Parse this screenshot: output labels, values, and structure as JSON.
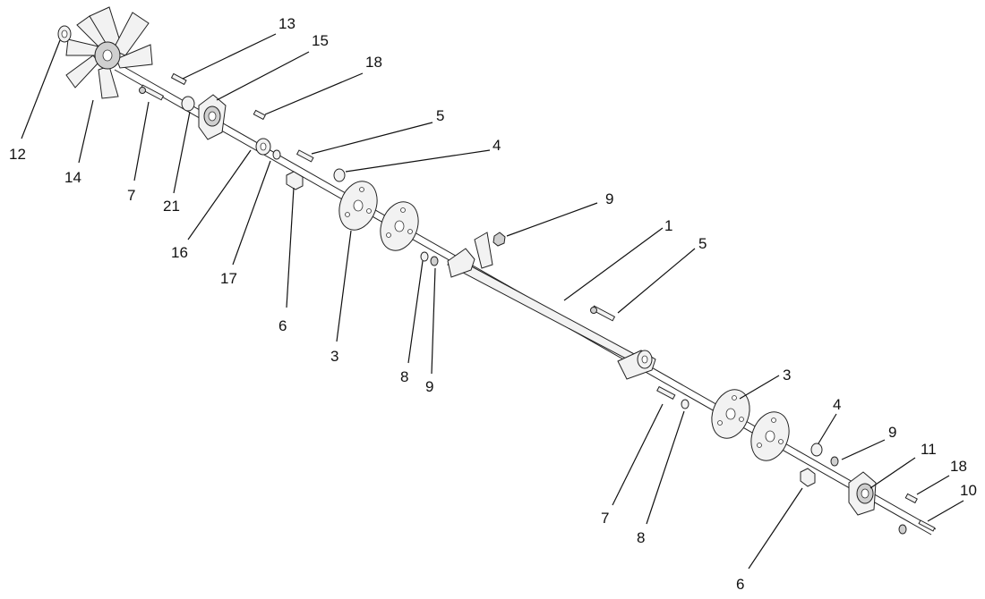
{
  "callouts": [
    {
      "id": "c13",
      "label": "13"
    },
    {
      "id": "c15",
      "label": "15"
    },
    {
      "id": "c18a",
      "label": "18"
    },
    {
      "id": "c5a",
      "label": "5"
    },
    {
      "id": "c4a",
      "label": "4"
    },
    {
      "id": "c9a",
      "label": "9"
    },
    {
      "id": "c1",
      "label": "1"
    },
    {
      "id": "c5b",
      "label": "5"
    },
    {
      "id": "c3b",
      "label": "3"
    },
    {
      "id": "c4b",
      "label": "4"
    },
    {
      "id": "c9b",
      "label": "9"
    },
    {
      "id": "c11",
      "label": "11"
    },
    {
      "id": "c18b",
      "label": "18"
    },
    {
      "id": "c10",
      "label": "10"
    },
    {
      "id": "c12",
      "label": "12"
    },
    {
      "id": "c14",
      "label": "14"
    },
    {
      "id": "c7a",
      "label": "7"
    },
    {
      "id": "c21",
      "label": "21"
    },
    {
      "id": "c16",
      "label": "16"
    },
    {
      "id": "c17",
      "label": "17"
    },
    {
      "id": "c6a",
      "label": "6"
    },
    {
      "id": "c3a",
      "label": "3"
    },
    {
      "id": "c8a",
      "label": "8"
    },
    {
      "id": "c9c",
      "label": "9"
    },
    {
      "id": "c7b",
      "label": "7"
    },
    {
      "id": "c8b",
      "label": "8"
    },
    {
      "id": "c6b",
      "label": "6"
    }
  ]
}
